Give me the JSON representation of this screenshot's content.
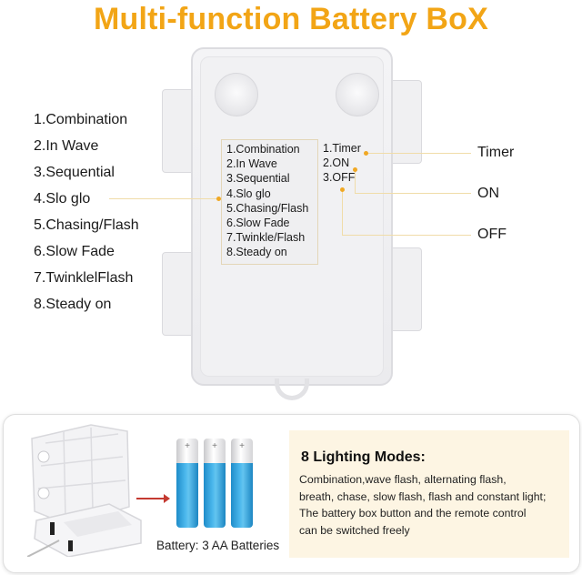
{
  "title": "Multi-function Battery BoX",
  "left_modes": [
    "1.Combination",
    "2.In Wave",
    "3.Sequential",
    "4.Slo glo",
    "5.Chasing/Flash",
    "6.Slow Fade",
    "7.TwinklelFlash",
    "8.Steady on"
  ],
  "box_modes": [
    "1.Combination",
    "2.In Wave",
    "3.Sequential",
    "4.Slo glo",
    "5.Chasing/Flash",
    "6.Slow Fade",
    "7.Twinkle/Flash",
    "8.Steady on"
  ],
  "box_switch": [
    "1.Timer",
    "2.ON",
    "3.OFF"
  ],
  "right_labels": {
    "timer": "Timer",
    "on": "ON",
    "off": "OFF"
  },
  "battery": {
    "label": "Battery: 3 AA Batteries",
    "count": 3,
    "cap_mark": "+"
  },
  "info": {
    "title": "8 Lighting Modes:",
    "lines": [
      "Combination,wave flash, alternating flash,",
      "breath, chase, slow flash, flash and constant light;",
      "The battery box button and the remote control",
      "can be switched freely"
    ]
  },
  "colors": {
    "title": "#f2a516",
    "callout_line": "#f0dca8",
    "callout_dot": "#f0a824",
    "battery_blue": "#3aaee6",
    "arrow": "#c43a31",
    "info_bg": "#fdf5e3"
  }
}
